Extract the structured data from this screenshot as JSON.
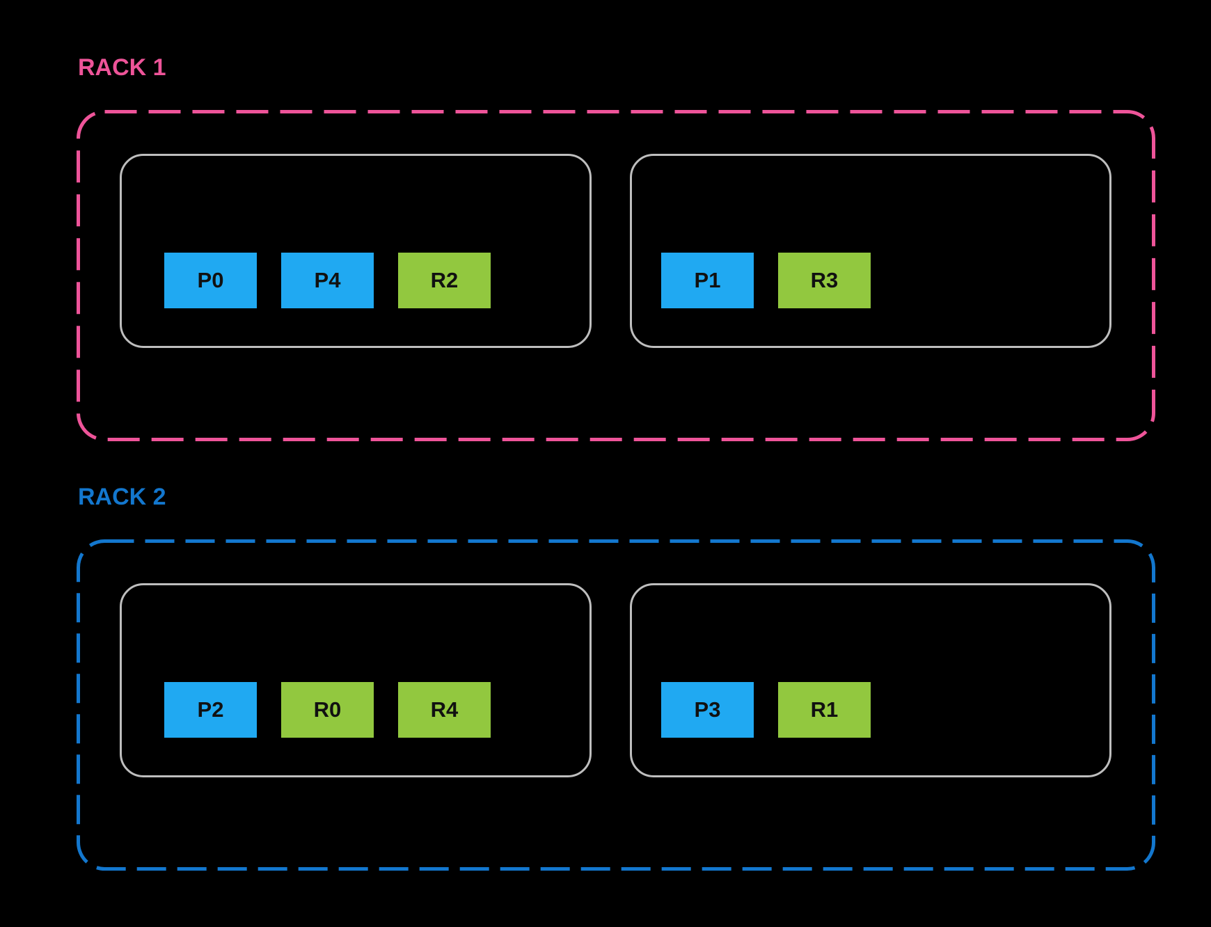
{
  "colors": {
    "background": "#000000",
    "primary_shard_fill": "#20A9F2",
    "replica_shard_fill": "#92C83F",
    "node_border": "#BEBEBE",
    "shard_text": "#111111",
    "rack1_accent": "#EE5499",
    "rack2_accent": "#1377CE"
  },
  "racks": [
    {
      "label": "RACK 1",
      "accent": "#EE5499",
      "nodes": [
        {
          "shards": [
            {
              "label": "P0",
              "type": "primary"
            },
            {
              "label": "P4",
              "type": "primary"
            },
            {
              "label": "R2",
              "type": "replica"
            }
          ]
        },
        {
          "shards": [
            {
              "label": "P1",
              "type": "primary"
            },
            {
              "label": "R3",
              "type": "replica"
            }
          ]
        }
      ]
    },
    {
      "label": "RACK 2",
      "accent": "#1377CE",
      "nodes": [
        {
          "shards": [
            {
              "label": "P2",
              "type": "primary"
            },
            {
              "label": "R0",
              "type": "replica"
            },
            {
              "label": "R4",
              "type": "replica"
            }
          ]
        },
        {
          "shards": [
            {
              "label": "P3",
              "type": "primary"
            },
            {
              "label": "R1",
              "type": "replica"
            }
          ]
        }
      ]
    }
  ]
}
